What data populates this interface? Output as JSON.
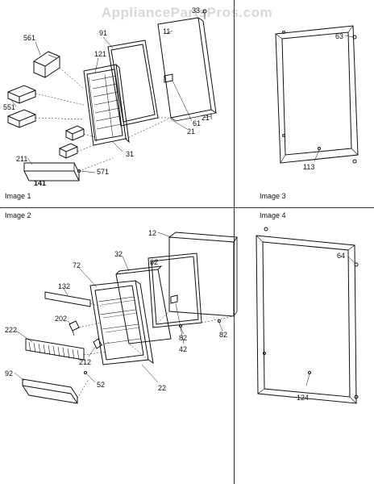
{
  "watermark": "AppliancePartsPros.com",
  "panels": {
    "image1": "Image 1",
    "image2": "Image 2",
    "image3": "Image 3",
    "image4": "Image 4"
  },
  "callouts": {
    "p561": "561",
    "p91": "91",
    "p11": "11",
    "p33": "33",
    "p121": "121",
    "p551": "551",
    "p61": "61",
    "p21a": "21",
    "p21b": "21",
    "p31": "31",
    "p211": "211",
    "p141": "141",
    "p571": "571",
    "p63": "63",
    "p113": "113",
    "p12": "12",
    "p32": "32",
    "p62": "62",
    "p72": "72",
    "p132": "132",
    "p202": "202",
    "p222": "222",
    "p212": "212",
    "p82a": "82",
    "p82b": "82",
    "p42": "42",
    "p52": "52",
    "p22": "22",
    "p92": "92",
    "p64": "64",
    "p124": "124"
  }
}
